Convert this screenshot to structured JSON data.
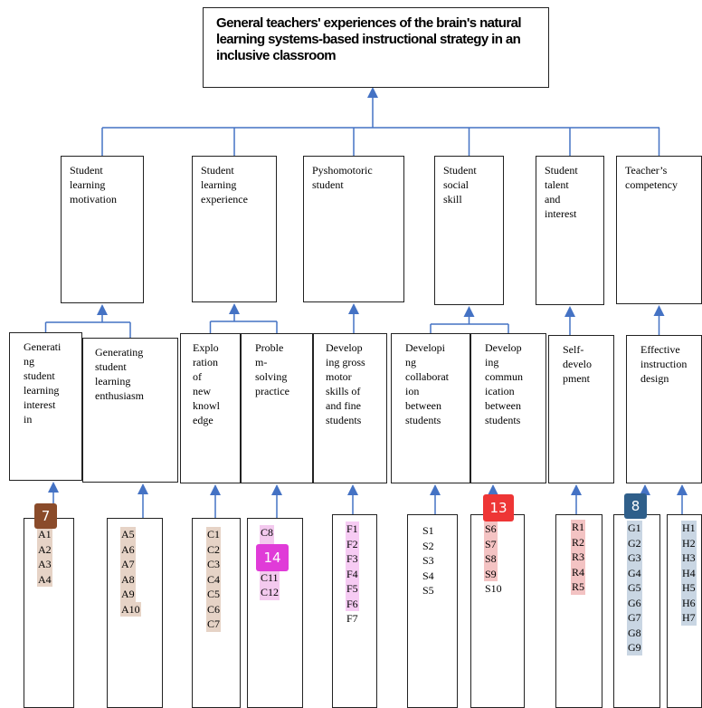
{
  "title": "General teachers' experiences of the brain's natural learning systems-based instructional strategy in an inclusive classroom",
  "themes": [
    {
      "id": "t1",
      "label": "Student learning motivation"
    },
    {
      "id": "t2",
      "label": "Student learning experience"
    },
    {
      "id": "t3",
      "label": "Pyshomotoric student"
    },
    {
      "id": "t4",
      "label": "Student social skill"
    },
    {
      "id": "t5",
      "label": "Student talent and interest"
    },
    {
      "id": "t6",
      "label": "Teacher’s competency"
    }
  ],
  "subthemes": [
    {
      "id": "s1",
      "label": "Generating student learning interest in"
    },
    {
      "id": "s2",
      "label": "Generating student learning enthusiasm"
    },
    {
      "id": "s3",
      "label": "Exploration of new knowledge"
    },
    {
      "id": "s4",
      "label": "Problem-solving practice"
    },
    {
      "id": "s5",
      "label": "Developing gross motor skills of and fine students"
    },
    {
      "id": "s6",
      "label": "Developing collaboration between students"
    },
    {
      "id": "s7",
      "label": "Developing communication between students"
    },
    {
      "id": "s8",
      "label": "Self-development"
    },
    {
      "id": "s9",
      "label": "Effective instruction design"
    }
  ],
  "codes": [
    {
      "id": "c1",
      "items": [
        "A1",
        "A2",
        "A3",
        "A4"
      ],
      "highlight": "#e6d3c6"
    },
    {
      "id": "c2",
      "items": [
        "A5",
        "A6",
        "A7",
        "A8",
        "A9",
        "A10"
      ],
      "highlight": "#e6d3c6"
    },
    {
      "id": "c3",
      "items": [
        "C1",
        "C2",
        "C3",
        "C4",
        "C5",
        "C6",
        "C7"
      ],
      "highlight": "#e6d3c6"
    },
    {
      "id": "c4",
      "items": [
        "C8",
        "C9",
        "C10",
        "C11",
        "C12"
      ],
      "highlight": "#f3c9ee"
    },
    {
      "id": "c5",
      "items": [
        "F1",
        "F2",
        "F3",
        "F4",
        "F5",
        "F6",
        "F7"
      ],
      "highlight": "#f6cbf3",
      "highlight_count": 6
    },
    {
      "id": "c6",
      "items": [
        "S1",
        "S2",
        "S3",
        "S4",
        "S5"
      ],
      "highlight": ""
    },
    {
      "id": "c7",
      "items": [
        "S6",
        "S7",
        "S8",
        "S9",
        "S10"
      ],
      "highlight": "#f4c3c3",
      "highlight_count": 4
    },
    {
      "id": "c8",
      "items": [
        "R1",
        "R2",
        "R3",
        "R4",
        "R5"
      ],
      "highlight": "#f3c3c3"
    },
    {
      "id": "c9",
      "items": [
        "G1",
        "G2",
        "G3",
        "G4",
        "G5",
        "G6",
        "G7",
        "G8",
        "G9"
      ],
      "highlight": "#c9d6e3"
    },
    {
      "id": "c10",
      "items": [
        "H1",
        "H2",
        "H3",
        "H4",
        "H5",
        "H6",
        "H7"
      ],
      "highlight": "#c9d6e3"
    }
  ],
  "badges": [
    {
      "id": "b7",
      "label": "7",
      "color": "#8a4b2a"
    },
    {
      "id": "b8",
      "label": "8",
      "color": "#2f5f8a"
    },
    {
      "id": "b13",
      "label": "13",
      "color": "#ee3535"
    },
    {
      "id": "b14",
      "label": "14",
      "color": "#e03bd8"
    }
  ],
  "colors": {
    "connector": "#4472c4",
    "border": "#222222"
  }
}
